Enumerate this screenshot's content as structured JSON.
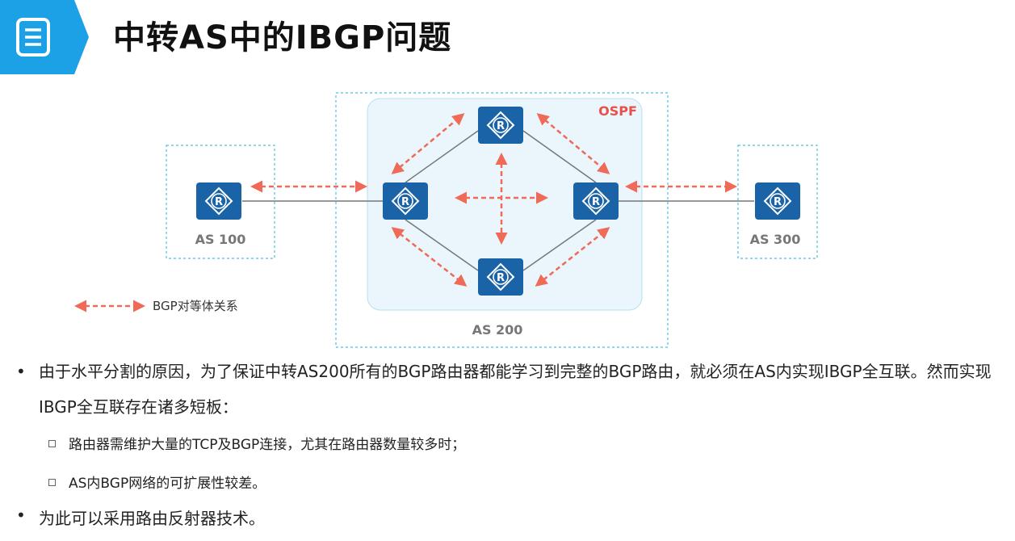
{
  "header": {
    "title": "中转AS中的IBGP问题",
    "icon": "document-list-icon",
    "accent": "#1da1e6"
  },
  "diagram": {
    "labels": {
      "as100": "AS 100",
      "as200": "AS 200",
      "as300": "AS 300",
      "ospf": "OSPF"
    },
    "router_glyph": "R",
    "legend": {
      "text": "BGP对等体关系"
    },
    "colors": {
      "router": "#1a63a6",
      "peer_arrow": "#ef6a57",
      "zone_border": "#4fbfe0",
      "ospf_fill": "#eaf6fc",
      "link": "#777777"
    }
  },
  "bullets": {
    "main": "由于水平分割的原因，为了保证中转AS200所有的BGP路由器都能学习到完整的BGP路由，就必须在AS内实现IBGP全互联。然而实现IBGP全互联存在诸多短板：",
    "sub1": "路由器需维护大量的TCP及BGP连接，尤其在路由器数量较多时；",
    "sub2": "AS内BGP网络的可扩展性较差。",
    "last": "为此可以采用路由反射器技术。",
    "dot": "•"
  }
}
